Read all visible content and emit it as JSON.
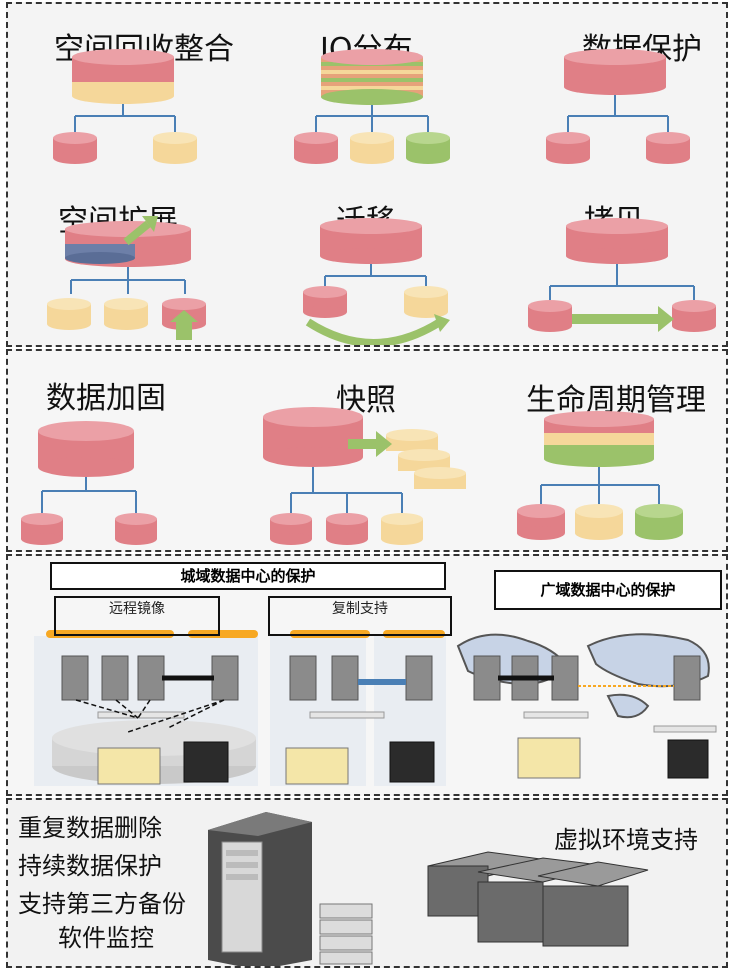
{
  "panel1": {
    "titles": [
      "空间回收整合",
      "IO分布",
      "数据保护",
      "空间扩展",
      "迁移",
      "拷贝"
    ]
  },
  "panel2": {
    "titles": [
      "数据加固",
      "快照",
      "生命周期管理"
    ]
  },
  "panel3": {
    "metro_title": "城域数据中心的保护",
    "wan_title": "广域数据中心的保护",
    "remote_mirror": "远程镜像",
    "replication": "复制支持"
  },
  "panel4": {
    "features": [
      "重复数据删除",
      "持续数据保护",
      "支持第三方备份",
      "软件监控"
    ],
    "virtual": "虚拟环境支持"
  },
  "colors": {
    "red": "#e07f86",
    "yellow": "#f5d79a",
    "green": "#9bc26a",
    "blue_gray": "#6d7fa8",
    "line": "#4a7fb5",
    "orange": "#f7a823"
  }
}
